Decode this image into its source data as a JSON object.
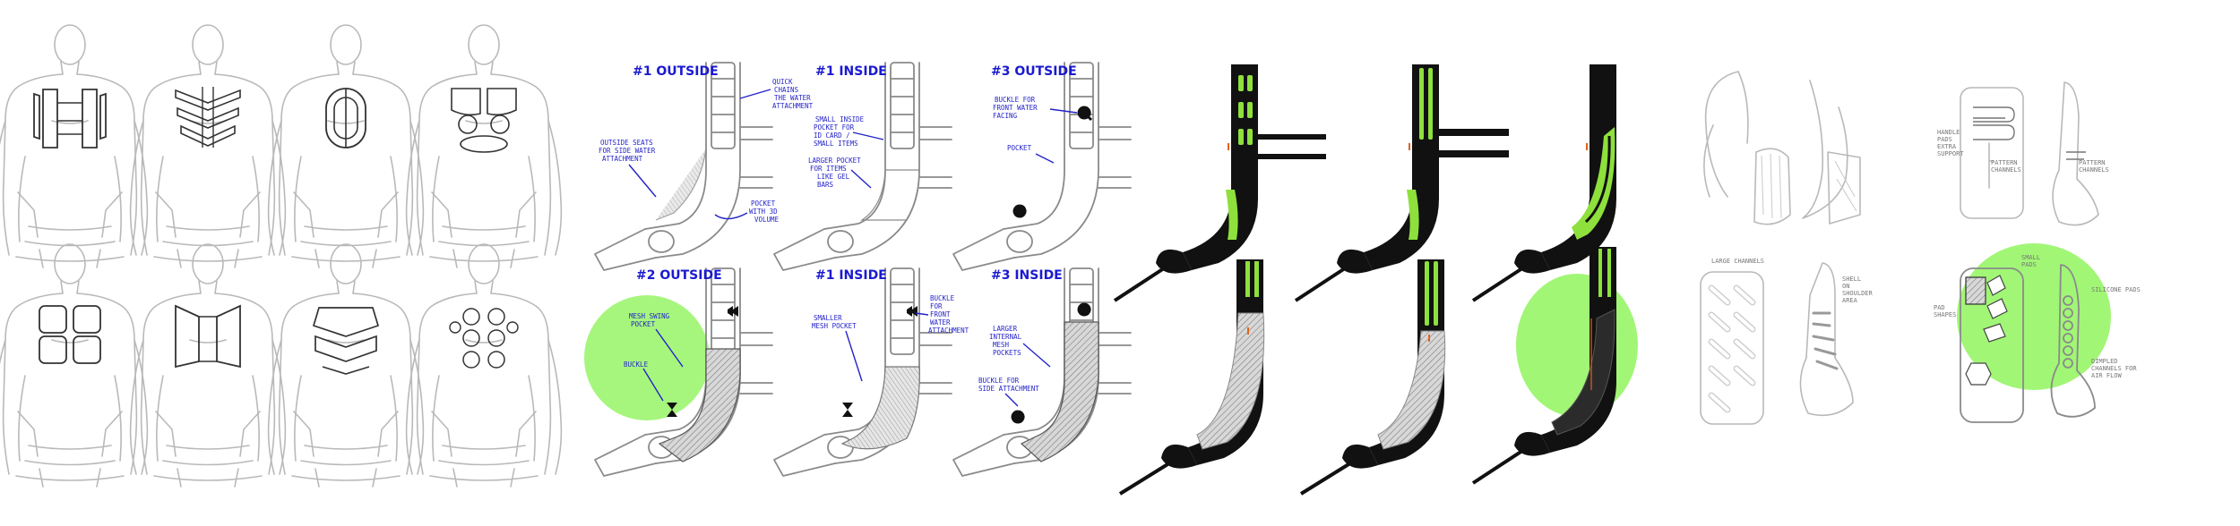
{
  "colors": {
    "highlight": "#9cf56f",
    "accent_green": "#8ee03c",
    "annotation_blue": "#2323c8",
    "strap_black": "#111111"
  },
  "strap_labels": {
    "p1": "#1 OUTSIDE",
    "p2": "#1 INSIDE",
    "p3": "#3 OUTSIDE",
    "p4": "#2 OUTSIDE",
    "p5": "#1 INSIDE",
    "p6": "#3 INSIDE"
  }
}
